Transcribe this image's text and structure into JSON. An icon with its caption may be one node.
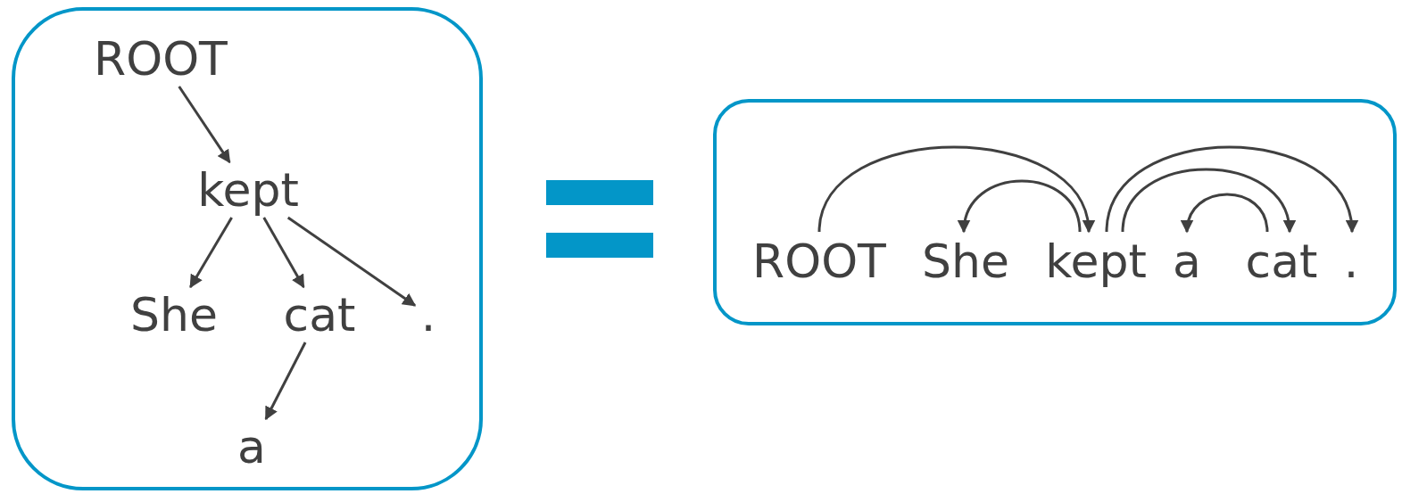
{
  "diagram": {
    "nodes": [
      {
        "text": [],
        "shape": "box"
      },
      {
        "text": [
          "ROOT"
        ],
        "in": 0
      },
      {
        "text": [
          "kept"
        ],
        "in": 0
      },
      {
        "text": [
          "She"
        ],
        "in": 0
      },
      {
        "text": [
          "cat"
        ],
        "in": 0
      },
      {
        "text": [
          "."
        ],
        "in": 0
      },
      {
        "text": [
          "a"
        ],
        "in": 0
      },
      {
        "text": [],
        "shape": "box"
      },
      {
        "text": [
          "ROOT"
        ],
        "in": 7
      },
      {
        "text": [
          "She"
        ],
        "in": 7
      },
      {
        "text": [
          "kept"
        ],
        "in": 7
      },
      {
        "text": [
          "a"
        ],
        "in": 7
      },
      {
        "text": [
          "cat"
        ],
        "in": 7
      },
      {
        "text": [
          "."
        ],
        "in": 7
      }
    ],
    "edges": [
      {
        "from": 1,
        "to": 2,
        "arrow": "to"
      },
      {
        "from": 2,
        "to": 3,
        "arrow": "to"
      },
      {
        "from": 2,
        "to": 4,
        "arrow": "to"
      },
      {
        "from": 2,
        "to": 5,
        "arrow": "to"
      },
      {
        "from": 4,
        "to": 6,
        "arrow": "to"
      },
      {
        "from": 8,
        "to": 10,
        "arrow": "to"
      },
      {
        "from": 10,
        "to": 9,
        "arrow": "to"
      },
      {
        "from": 10,
        "to": 12,
        "arrow": "to"
      },
      {
        "from": 10,
        "to": 13,
        "arrow": "to"
      },
      {
        "from": 12,
        "to": 11,
        "arrow": "to"
      }
    ]
  }
}
